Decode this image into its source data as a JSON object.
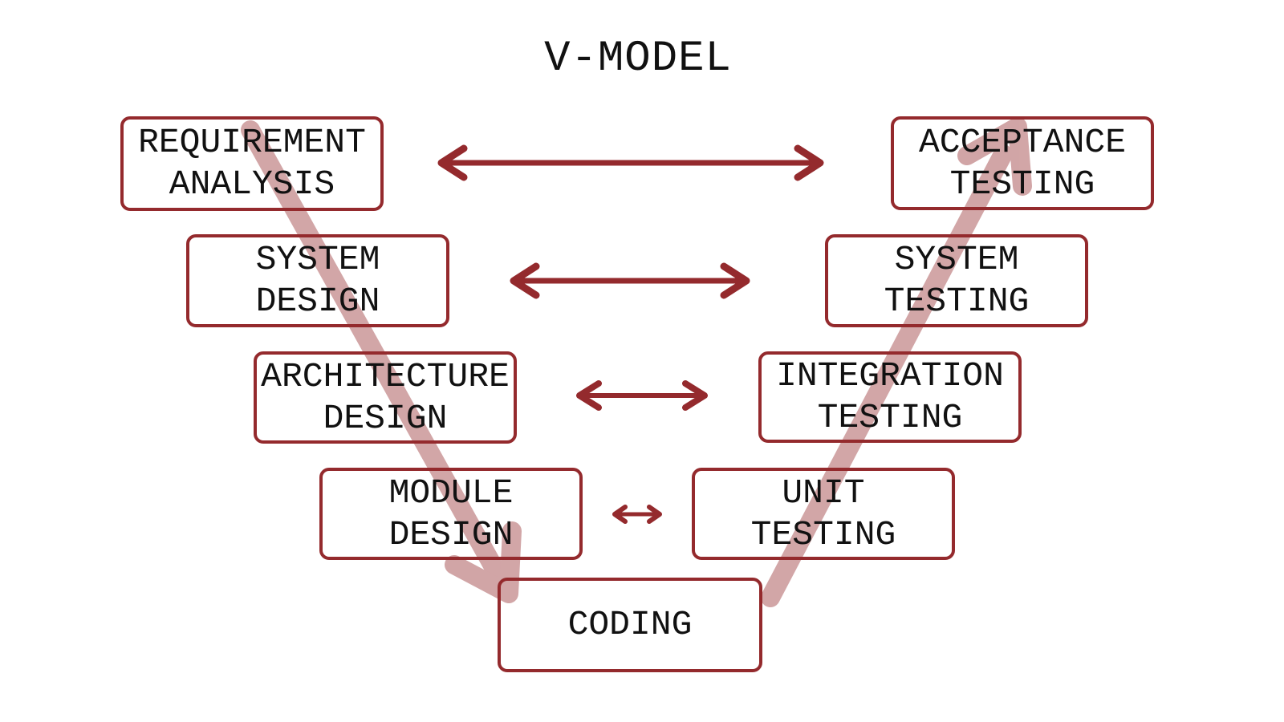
{
  "title": "V-MODEL",
  "colors": {
    "accent": "#942a2d",
    "band_opacity": "0.42",
    "text": "#111111",
    "background": "#ffffff"
  },
  "boxes": [
    {
      "id": "requirement-analysis",
      "label": "REQUIREMENT\nANALYSIS"
    },
    {
      "id": "system-design",
      "label": "SYSTEM\nDESIGN"
    },
    {
      "id": "architecture-design",
      "label": "ARCHITECTURE\nDESIGN"
    },
    {
      "id": "module-design",
      "label": "MODULE\nDESIGN"
    },
    {
      "id": "acceptance-testing",
      "label": "ACCEPTANCE\nTESTING"
    },
    {
      "id": "system-testing",
      "label": "SYSTEM\nTESTING"
    },
    {
      "id": "integration-testing",
      "label": "INTEGRATION\nTESTING"
    },
    {
      "id": "unit-testing",
      "label": "UNIT\nTESTING"
    },
    {
      "id": "coding",
      "label": "CODING"
    }
  ],
  "relations": {
    "horizontal": [
      {
        "from": "REQUIREMENT ANALYSIS",
        "to": "ACCEPTANCE TESTING",
        "type": "bidirectional"
      },
      {
        "from": "SYSTEM DESIGN",
        "to": "SYSTEM TESTING",
        "type": "bidirectional"
      },
      {
        "from": "ARCHITECTURE DESIGN",
        "to": "INTEGRATION TESTING",
        "type": "bidirectional"
      },
      {
        "from": "MODULE DESIGN",
        "to": "UNIT TESTING",
        "type": "bidirectional"
      }
    ],
    "diagonal": [
      {
        "from": "REQUIREMENT ANALYSIS",
        "to": "CODING",
        "type": "directed"
      },
      {
        "from": "CODING",
        "to": "ACCEPTANCE TESTING",
        "type": "directed"
      }
    ]
  }
}
